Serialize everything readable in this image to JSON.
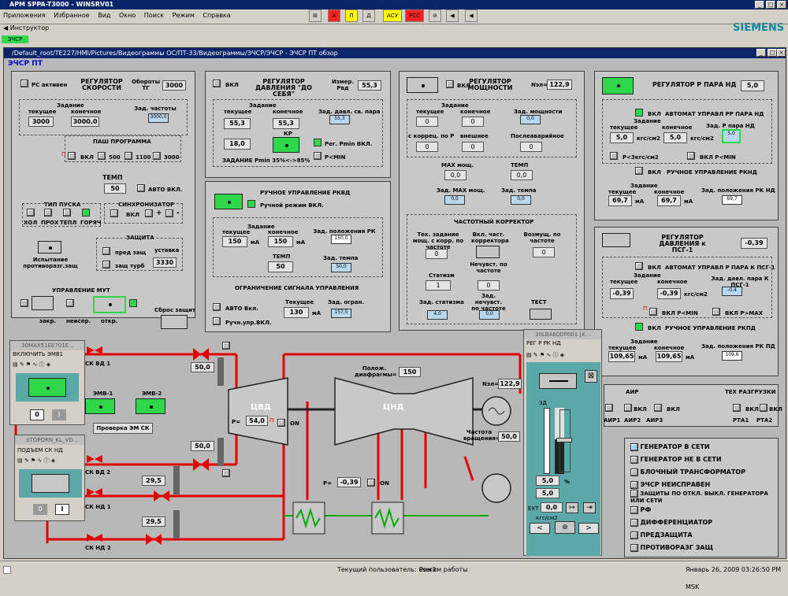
{
  "window": {
    "title": "АРМ SPPA-T3000 - WINSRV01",
    "brand": "SIEMENS"
  },
  "menu": [
    "Приложения",
    "Избранное",
    "Вид",
    "Окно",
    "Поиск",
    "Режим",
    "Справка"
  ],
  "toolbar": {
    "A": "А",
    "P": "П",
    "D": "Д",
    "ASU": "АСУ",
    "PSS": "РСС"
  },
  "subbar": {
    "instructor": "Инструктор",
    "echsr": "ЭЧСР"
  },
  "inner": {
    "path": "/Default_root/TE227/HMI/Pictures/Видеограммы ОС/ПТ-33/Видеограммы/ЭЧСР/ЭЧСР - ЭЧСР ПТ обзор",
    "heading": "ЭЧСР ПТ"
  },
  "speed": {
    "title": "РЕГУЛЯТОР СКОРОСТИ",
    "rs": "РС активен",
    "ob_label": "Обороты ТГ",
    "ob_val": "3000",
    "zad": "Задание",
    "tek": "текущее",
    "kon": "конечное",
    "tek_val": "3000",
    "kon_val": "3000,0",
    "zadch": "Зад. частоты",
    "zadch_val": "3000,0",
    "pash": "ПАШ ПРОГРАММА",
    "p": "П",
    "vkl": "ВКЛ",
    "v500": "500",
    "v1100": "1100",
    "v3000": "3000",
    "temp": "ТЕМП",
    "temp_val": "50",
    "avto": "АВТО ВКЛ.",
    "tip": "ТИП ПУСКА",
    "hol": "ХОЛ",
    "proh": "ПРОХ",
    "tepl": "ТЕПЛ",
    "gor": "ГОРЯЧ",
    "sinh": "СИНХРОНИЗАТОР",
    "plus": "+",
    "minus": "-",
    "zash": "ЗАЩИТА",
    "pred": "пред защ",
    "ust": "уставка",
    "zashturb": "защ турб",
    "ust_val": "3330",
    "isp": "Испытание противоразг.защ",
    "upr": "УПРАВЛЕНИЕ МУТ",
    "zakr": "закр.",
    "neispr": "неиспр.",
    "otkr": "откр.",
    "sbros": "Сброс защит"
  },
  "press": {
    "vkl": "ВКЛ",
    "title": "РЕГУЛЯТОР ДАВЛЕНИЯ \"ДО СЕБЯ\"",
    "izm": "Измер. Рвд",
    "izm_val": "55,3",
    "zad": "Задание",
    "tek": "текущее",
    "kon": "конечное",
    "tek_val": "55,3",
    "kon_val": "55,3",
    "zadsv": "Зад. давл. св. пара",
    "zadsv_val": "55,3",
    "kp": "КР",
    "kp_val": "18,0",
    "reg": "Рег. Pmin ВКЛ.",
    "pmin": "P<MIN",
    "zadp": "ЗАДАНИЕ Pmin 35%<->85%"
  },
  "rkvd": {
    "title": "РУЧНОЕ УПРАВЛЕНИЕ РКВД",
    "rr": "Ручной режим ВКЛ.",
    "zad": "Задание",
    "tek": "текущее",
    "kon": "конечное",
    "tek_val": "150",
    "kon_val": "150",
    "mm": "мА",
    "zadpol": "Зад. положения РК ВД",
    "zadpol_val": "150,0",
    "temp": "ТЕМП",
    "temp_val": "50",
    "zadt": "Зад. темпа",
    "zadt_val": "50,0",
    "ogr": "ОГРАНИЧЕНИЕ СИГНАЛА УПРАВЛЕНИЯ",
    "avto": "АВТО Вкл.",
    "tek2": "Текущее",
    "tek2_val": "130",
    "zadogr": "Зад. огран.",
    "zadogr_val": "157,5",
    "ruch": "Ручн.упр.ВКЛ."
  },
  "power": {
    "vkl": "ВКЛ",
    "title": "РЕГУЛЯТОР МОЩНОСТИ",
    "nel": "Nэл=",
    "nel_val": "122,9",
    "zad": "Задание",
    "tek": "текущее",
    "kon": "конечное",
    "tek_val": "0",
    "kon_val": "0",
    "zadm": "Зад. мощности",
    "zadm_val": "0,0",
    "skorr": "с коррец. по Р",
    "vnesh": "внешнее",
    "posl": "Послеаварийное",
    "skorr_val": "0",
    "vnesh_val": "0",
    "posl_val": "0",
    "maxm": "МАХ мощ.",
    "maxm_val": "0,0",
    "temp": "ТЕМП",
    "temp_val": "0,0",
    "zadmax": "Зад. МАХ мощ.",
    "zadmax_val": "0,0",
    "zadt": "Зад. темпа",
    "zadt_val": "0,0",
    "chast": "ЧАСТОТНЫЙ КОРРЕКТОР",
    "tekz": "Тек. задание мощ. с корр. по частоте",
    "tekz_val": "0",
    "vklch": "Вкл. част. корректора",
    "voz": "Возмущ. по частоте",
    "voz_val": "0",
    "stat": "Статизм",
    "stat_val": "1",
    "neich": "Нечувст. по частоте",
    "neich_val": "0",
    "zads": "Зад. статизма",
    "zads_val": "4,0",
    "zadn": "Зад. нечувст. по частоте",
    "zadn_val": "0,0",
    "test": "ТЕСТ"
  },
  "pnd": {
    "title": "РЕГУЛЯТОР Р ПАРА НД",
    "val": "5,0",
    "vkl": "ВКЛ",
    "avt": "АВТОМАТ УПРАВЛ РР ПАРА НД",
    "zad": "Задание",
    "tek": "текущее",
    "kon": "конечное",
    "tek_val": "5,0",
    "kon_val": "5,0",
    "unit": "кгс/см2",
    "zadp": "Зад. Р пара НД",
    "zadp_val": "5,0",
    "p3": "P<3кгс/см2",
    "pmin": "ВКЛ P<MIN",
    "ruch": "РУЧНОЕ УПРАВЛЕНИЕ РКНД",
    "tek2_val": "69,7",
    "kon2_val": "69,7",
    "ma": "мА",
    "zadpol": "Зад. положения РК НД",
    "zadpol_val": "69,7"
  },
  "psg": {
    "title": "РЕГУЛЯТОР ДАВЛЕНИЯ к ПСГ-1",
    "val": "-0,39",
    "vkl": "ВКЛ",
    "avt": "АВТОМАТ УПРАВЛ Р ПАРА К ПСГ-1",
    "zad": "Задание",
    "tek": "текущее",
    "kon": "конечное",
    "tek_val": "-0,39",
    "kon_val": "-0,39",
    "unit": "кгс/см2",
    "zadd": "Зад. давл. пара К ПСГ-1",
    "zadd_val": "-0,4",
    "pmin": "ВКЛ P<MIN",
    "pmax": "ВКЛ P>MAX",
    "p": "П",
    "ruch": "РУЧНОЕ УПРАВЛЕНИЕ РКПД",
    "tek2_val": "109,65",
    "kon2_val": "109,65",
    "ma": "мА",
    "zadpol": "Зад. положения РК ПД",
    "zadpol_val": "109,6"
  },
  "air": {
    "air": "АИР",
    "tex": "ТЕХ РАЗГРУЗКИ",
    "vkl": "ВКЛ",
    "air1": "АИР1",
    "air2": "АИР2",
    "air3": "АИР3",
    "rta1": "РТА1",
    "rta2": "РТА2"
  },
  "alarms": [
    "ГЕНЕРАТОР В СЕТИ",
    "ГЕНЕРАТОР НЕ В СЕТИ",
    "БЛОЧНЫЙ ТРАНСФОРМАТОР",
    "ЭЧСР НЕИСПРАВЕН",
    "ЗАЩИТЫ ПО ОТКЛ. ВЫКЛ. ГЕНЕРАТОРА ИЛИ СЕТИ",
    "РФ",
    "ДИФФЕРЕНЦИАТОР",
    "ПРЕДЗАЩИТА",
    "ПРОТИВОРАЗГ ЗАЩ"
  ],
  "scheme": {
    "skvd1": "СК ВД 1",
    "skvd2": "СК ВД 2",
    "sknd1": "СК НД 1",
    "sknd2": "СК НД 2",
    "v1": "50,0",
    "v2": "50,0",
    "v3": "29,5",
    "v4": "29,5",
    "evm1": "ЭМВ-1",
    "evm2": "ЭМВ-2",
    "check": "Проверка ЭМ СК",
    "cvd": "ЦВД",
    "cnd": "ЦНД",
    "pv": "P=",
    "pv_val": "54,0",
    "on": "ON",
    "pol": "Полож. диафрагмы=",
    "pol_val": "150",
    "p2_val": "-0,39",
    "nel": "Nэл=",
    "nel_val": "122,9",
    "chast": "Частота вращения=",
    "chast_val": "50,0",
    "p": "П",
    "p2": "P="
  },
  "popup1": {
    "title": "30MAX51EE701E...",
    "label": "ВКЛЮЧИТЬ ЭМВ1",
    "btn0": "0",
    "btn1": "I"
  },
  "popup2": {
    "title": "STOPORN_KL_VD...",
    "label": "ПОДЪЕМ СК НД",
    "btn0": "0",
    "btn1": "I"
  },
  "popup3": {
    "title": "30LBA60DP001 [K...",
    "label": "РЕГ Р РК НД",
    "zd": "ЗД",
    "v1": "5,0",
    "pct": "%",
    "v2": "5,0",
    "ext": "EXT",
    "v3": "0,0",
    "unit": "кгс/см2",
    "left": "<",
    ">": ">"
  },
  "status": {
    "user": "Текущий пользователь: user1",
    "mode": "Режим работы",
    "date": "Январь 26, 2009 03:26:50 PM MSK"
  }
}
